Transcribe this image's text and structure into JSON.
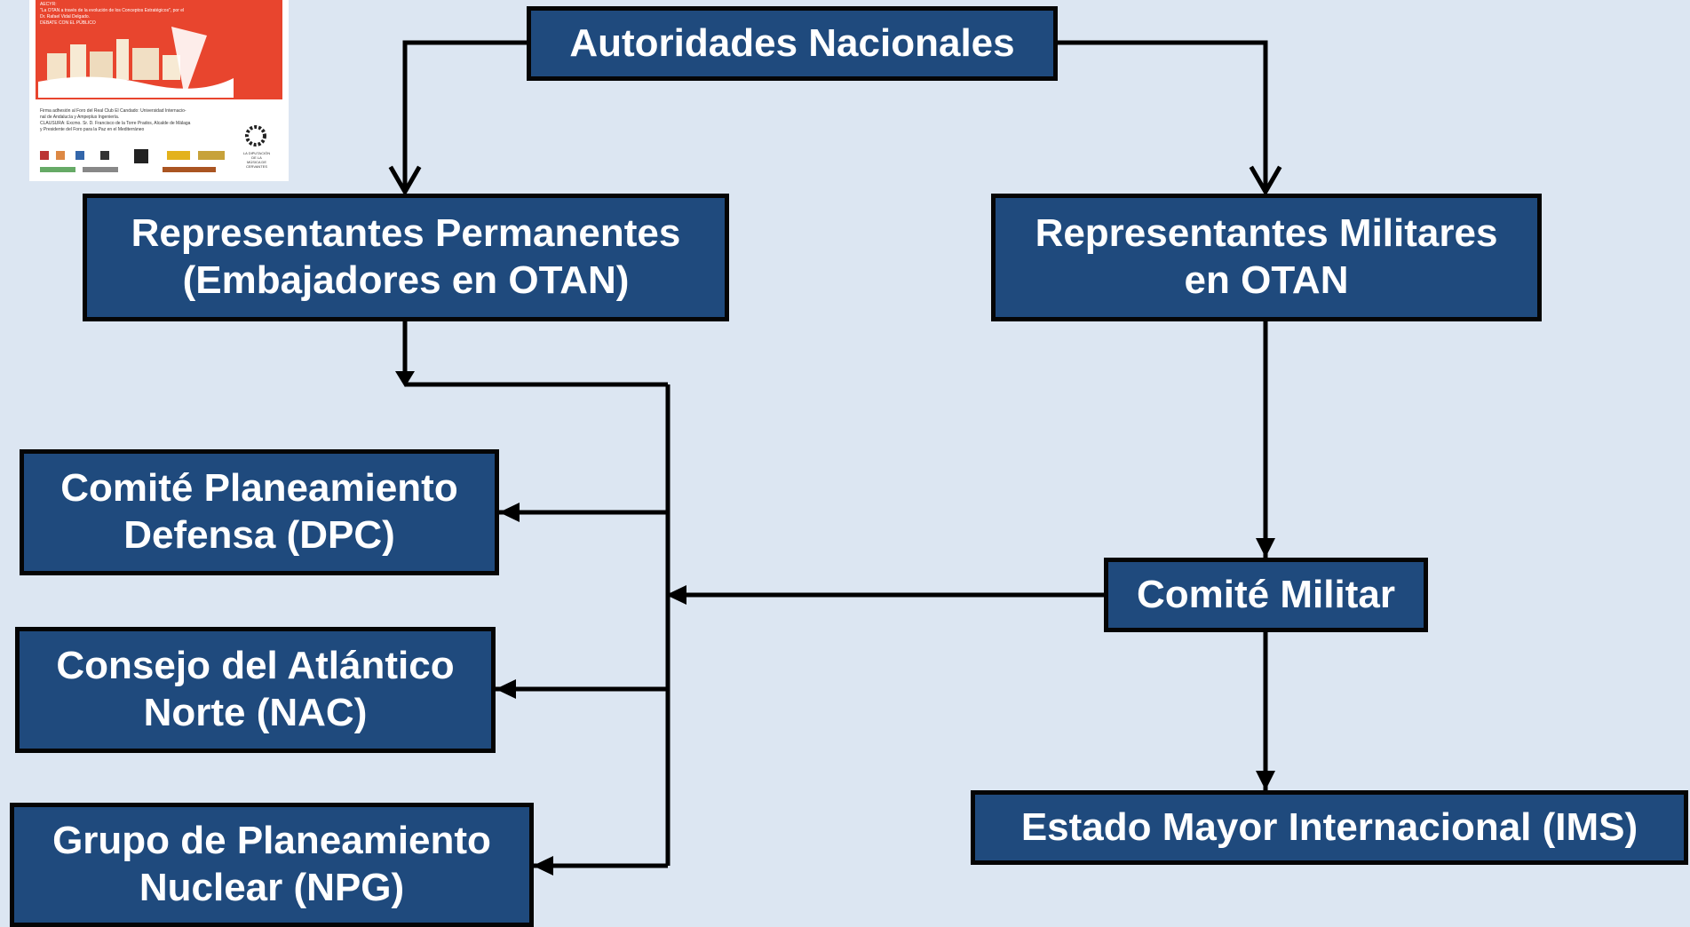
{
  "colors": {
    "background": "#dce6f2",
    "box_fill": "#1f4a7d",
    "box_border": "#050505",
    "box_text": "#ffffff",
    "connector": "#000000"
  },
  "nodes": {
    "autoridades": {
      "lines": [
        "Autoridades Nacionales"
      ]
    },
    "rep_permanentes": {
      "lines": [
        "Representantes Permanentes",
        "(Embajadores en OTAN)"
      ]
    },
    "rep_militares": {
      "lines": [
        "Representantes Militares",
        "en OTAN"
      ]
    },
    "dpc": {
      "lines": [
        "Comité Planeamiento",
        "Defensa (DPC)"
      ]
    },
    "nac": {
      "lines": [
        "Consejo del Atlántico",
        "Norte (NAC)"
      ]
    },
    "npg": {
      "lines": [
        "Grupo de Planeamiento",
        "Nuclear (NPG)"
      ]
    },
    "comite_militar": {
      "lines": [
        "Comité Militar"
      ]
    },
    "ims": {
      "lines": [
        "Estado Mayor Internacional (IMS)"
      ]
    }
  },
  "thumbnail": {
    "top_text": [
      "AECYR:",
      "\"La OTAN a través de la evolución de los Conceptos Estratégicos\", por el",
      "Dr. Rafael Vidal Delgado.",
      "DEBATE CON EL PÚBLICO"
    ],
    "body_text": [
      "Firma adhesión al Foro del Real Club El Candado: Universidad Internacio-",
      "nal de Andalucía y Ampeplus Ingeniería.",
      "CLAUSURA: Excmo. Sr. D. Francisco de la Torre Prados, Alcalde de Málaga",
      "y Presidente del Foro para la Paz en el Mediterráneo"
    ],
    "logo_caption": [
      "LA DIPUTACIÓN",
      "DE LA",
      "MÚSICA DE",
      "CERVANTES"
    ]
  }
}
